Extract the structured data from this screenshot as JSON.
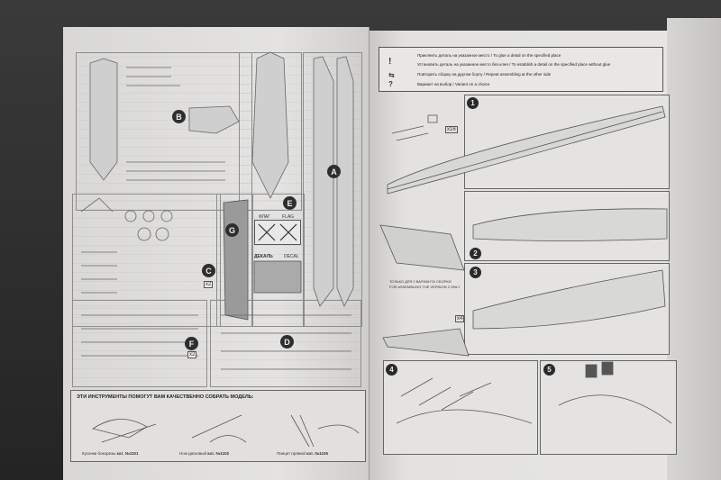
{
  "sprue_letters": [
    "A",
    "B",
    "C",
    "D",
    "E",
    "F",
    "G"
  ],
  "multipliers": {
    "c": "x2",
    "f": "x2"
  },
  "flag": {
    "ru": "ФЛАГ",
    "en": "FLAG"
  },
  "decal": {
    "ru": "ДЕКАЛЬ",
    "en": "DECAL"
  },
  "tools": {
    "title": "ЭТИ ИНСТРУМЕНТЫ ПОМОГУТ ВАМ КАЧЕСТВЕННО СОБРАТЬ МОДЕЛЬ:",
    "items": [
      {
        "label": "Кусачки бокорезы",
        "code": "кат. №1101"
      },
      {
        "label": "Нож дисковый",
        "code": "кат. №1102"
      },
      {
        "label": "Пинцет прямой",
        "code": "кат. №1105"
      }
    ]
  },
  "legend": {
    "rows": [
      {
        "mark": "!",
        "text": "Приклеить деталь на указанное место  /  To glue a detail on the specified place"
      },
      {
        "mark": "",
        "text": "Установить деталь на указанное место без клея  /  To establish a detail on the specified place without glue"
      },
      {
        "mark": "⇆",
        "text": "Повторить сборку на другом борту  /  Repeat assembling at the other side"
      },
      {
        "mark": "?",
        "text": "Вариант на выбор  /  Variant on a choice"
      }
    ]
  },
  "steps": [
    "1",
    "2",
    "3",
    "4",
    "5"
  ],
  "notes": {
    "multiplier_x16": "x16",
    "multiplier_x4": "x4",
    "variant_ru": "ТОЛЬКО ДЛЯ 2 ВАРИАНТА СБОРКИ",
    "variant_en": "FOR ASSEMBLING THE VERSION 2 ONLY"
  }
}
